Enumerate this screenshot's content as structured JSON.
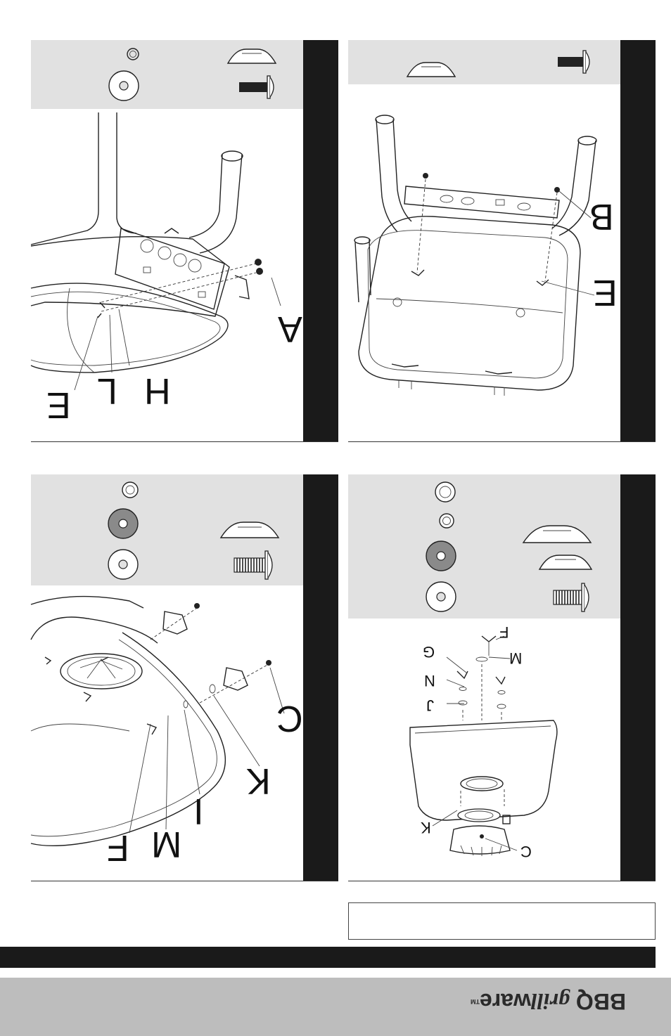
{
  "panels": {
    "top_left": {
      "callouts": [
        "A",
        "H",
        "L",
        "E"
      ]
    },
    "top_right": {
      "callouts": [
        "B",
        "E"
      ]
    },
    "bottom_left": {
      "callouts": [
        "C",
        "K",
        "I",
        "M",
        "F"
      ]
    },
    "bottom_right": {
      "callouts": [
        "F",
        "M",
        "G",
        "N",
        "J",
        "K",
        "C"
      ]
    }
  },
  "footer": {
    "brand_main": "BBQ ",
    "brand_script": "grill",
    "brand_end": "ware",
    "brand_tm": "TM"
  },
  "colors": {
    "panel_gray": "#e1e1e1",
    "dark_bar": "#1a1a1a",
    "footer_band": "#bdbdbd"
  }
}
